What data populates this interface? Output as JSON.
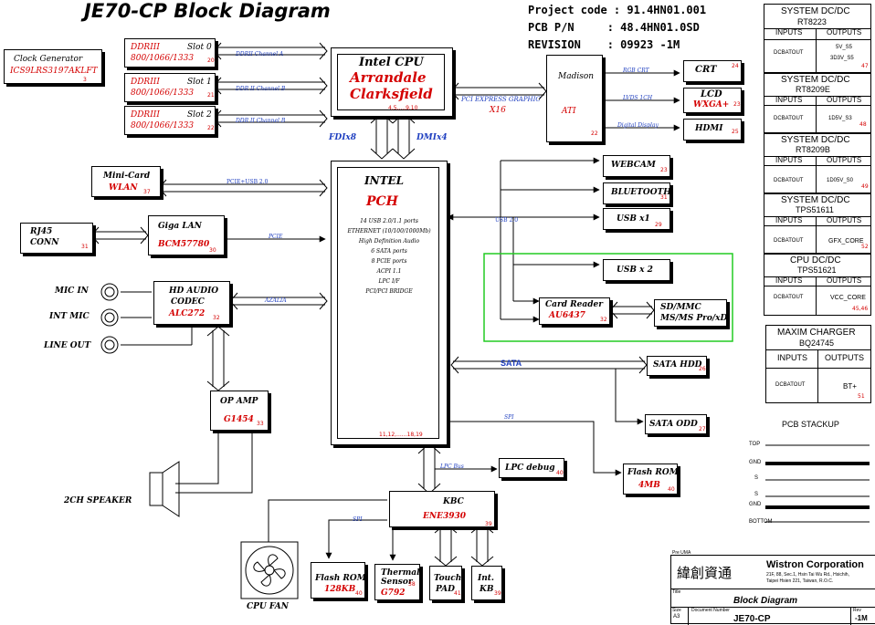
{
  "title": "JE70-CP Block  Diagram",
  "project": {
    "code_label": "Project code",
    "code_value": "91.4HN01.001",
    "pcb_label": "PCB P/N",
    "pcb_value": "48.4HN01.0SD",
    "rev_label": "REVISION",
    "rev_value": "09923 -1M"
  },
  "clock_gen": {
    "title": "Clock Generator",
    "part": "ICS9LRS3197AKLFT",
    "page": "3"
  },
  "ddr_slots": [
    {
      "type": "DDRIII",
      "speed": "800/1066/1333",
      "slot": "Slot 0",
      "page": "20",
      "channel": "DDRII Channel A"
    },
    {
      "type": "DDRIII",
      "speed": "800/1066/1333",
      "slot": "Slot 1",
      "page": "21",
      "channel": "DDR II  Channel B"
    },
    {
      "type": "DDRIII",
      "speed": "800/1066/1333",
      "slot": "Slot 2",
      "page": "22",
      "channel": "DDR II  Channel B"
    }
  ],
  "cpu": {
    "title": "Intel CPU",
    "name1": "Arrandale",
    "name2": "Clarksfield",
    "pages": "4,5,...,9,10"
  },
  "links": {
    "fdi": "FDIx8",
    "dmi": "DMIx4",
    "pcie_graphic": "PCI EXPRESS GRAPHIC",
    "x16": "X16",
    "pcie_usb": "PCIE+USB 2.0",
    "pcie": "PCIE",
    "azalia": "AZALIA",
    "usb20": "USB 2.0",
    "sata": "SATA",
    "spi": "SPI",
    "lpc_bus": "LPC Bus",
    "spi2": "SPI",
    "rgb_crt": "RGB CRT",
    "lvds": "LVDS 1CH",
    "dp": "Digital Display"
  },
  "gpu": {
    "name": "Madison",
    "vendor": "ATI",
    "page": "22"
  },
  "displays": [
    {
      "label": "CRT",
      "sub": "",
      "page": "24"
    },
    {
      "label": "LCD",
      "sub": "WXGA+",
      "page": "23"
    },
    {
      "label": "HDMI",
      "sub": "",
      "page": "25"
    }
  ],
  "pch": {
    "title": "INTEL",
    "name": "PCH",
    "features": [
      "14 USB 2.0/1.1 ports",
      "ETHERNET    (10/100/1000Mb)",
      "High Definition Audio",
      "6 SATA ports",
      "8 PCIE ports",
      "ACPI 1.1",
      "LPC I/F",
      "PCI/PCI BRIDGE"
    ],
    "pages": "11,12,......18,19"
  },
  "usb_devices": [
    {
      "label": "WEBCAM",
      "page": "23"
    },
    {
      "label": "BLUETOOTH",
      "page": "31"
    },
    {
      "label": "USB x1",
      "page": "29"
    },
    {
      "label": "USB x 2",
      "page": ""
    }
  ],
  "card_reader": {
    "title": "Card Reader",
    "part": "AU6437",
    "page": "32"
  },
  "sd_mmc": {
    "line1": "SD/MMC",
    "line2": "MS/MS Pro/xD"
  },
  "sata_hdd": {
    "label": "SATA HDD",
    "page": "26"
  },
  "sata_odd": {
    "label": "SATA ODD",
    "page": "27"
  },
  "lpc_debug": {
    "label": "LPC debug",
    "page": "40"
  },
  "flash_rom_spi": {
    "label": "Flash ROM",
    "size": "4MB",
    "page": "40"
  },
  "minicard": {
    "title": "Mini-Card",
    "sub": "WLAN",
    "page": "37"
  },
  "rj45": {
    "title": "RJ45",
    "sub": "CONN",
    "page": "31"
  },
  "giga_lan": {
    "title": "Giga LAN",
    "part": "BCM57780",
    "page": "30"
  },
  "audio_jacks": [
    "MIC IN",
    "INT MIC",
    "LINE OUT"
  ],
  "hd_audio": {
    "title": "HD AUDIO",
    "title2": "CODEC",
    "part": "ALC272",
    "page": "32"
  },
  "op_amp": {
    "title": "OP AMP",
    "part": "G1454",
    "page": "33"
  },
  "speaker": "2CH SPEAKER",
  "cpu_fan": "CPU FAN",
  "kbc": {
    "title": "KBC",
    "part": "ENE3930",
    "page": "39"
  },
  "kbc_children": [
    {
      "l1": "Flash ROM",
      "l2": "128KB",
      "page": "40"
    },
    {
      "l1": "Thermal",
      "l1b": "Sensor",
      "l2": "G792",
      "page": "38"
    },
    {
      "l1": "Touch",
      "l1b": "PAD",
      "l2": "",
      "page": "41"
    },
    {
      "l1": "Int.",
      "l1b": "KB",
      "l2": "",
      "page": "39"
    }
  ],
  "power": [
    {
      "head": "SYSTEM DC/DC",
      "part": "RT8223",
      "inputs": "INPUTS",
      "outputs": "OUTPUTS",
      "in": "DCBATOUT",
      "out1": "5V_S5",
      "out2": "3D3V_S5",
      "page": "47"
    },
    {
      "head": "SYSTEM DC/DC",
      "part": "RT8209E",
      "inputs": "INPUTS",
      "outputs": "OUTPUTS",
      "in": "DCBATOUT",
      "out1": "1D5V_S3",
      "out2": "",
      "page": "48"
    },
    {
      "head": "SYSTEM DC/DC",
      "part": "RT8209B",
      "inputs": "INPUTS",
      "outputs": "OUTPUTS",
      "in": "DCBATOUT",
      "out1": "1D05V_S0",
      "out2": "",
      "page": "49"
    },
    {
      "head": "SYSTEM DC/DC",
      "part": "TPS51611",
      "inputs": "INPUTS",
      "outputs": "OUTPUTS",
      "in": "DCBATOUT",
      "out1": "GFX_CORE",
      "out2": "",
      "page": "52"
    },
    {
      "head": "CPU DC/DC",
      "part": "TPS51621",
      "inputs": "INPUTS",
      "outputs": "OUTPUTS",
      "in": "DCBATOUT",
      "out1": "VCC_CORE",
      "out2": "",
      "page": "45,46"
    }
  ],
  "charger": {
    "head": "MAXIM  CHARGER",
    "part": "BQ24745",
    "inputs": "INPUTS",
    "outputs": "OUTPUTS",
    "in": "DCBATOUT",
    "out": "BT+",
    "page": "51"
  },
  "stackup": {
    "title": "PCB STACKUP",
    "layers": [
      "TOP",
      "GND",
      "S",
      "S",
      "GND",
      "BOTTOM"
    ]
  },
  "titleblock": {
    "pre": "Pre UMA",
    "chinese": "緯創資通",
    "company": "Wistron Corporation",
    "address1": "21F, 88, Sec.1, Hsin Tai Wu Rd., Hsichih,",
    "address2": "Taipei Hsien 221, Taiwan, R.O.C.",
    "title_label": "Title",
    "title": "Block Diagram",
    "size_label": "Size",
    "size": "A3",
    "doc_label": "Document Number",
    "doc": "JE70-CP",
    "rev_label": "Rev",
    "rev": "-1M"
  },
  "colors": {
    "accent_red": "#d40000",
    "link_blue": "#1f3fc0",
    "highlight_green": "#22cc22"
  }
}
